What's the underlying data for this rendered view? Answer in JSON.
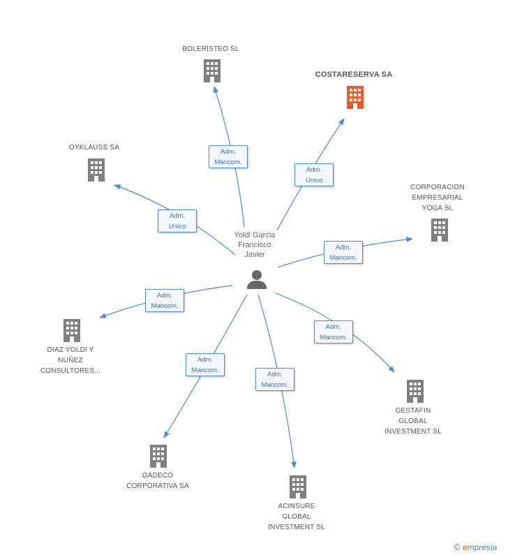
{
  "center": {
    "name": "Yoldi Garcia\nFrancisco\nJavier"
  },
  "companies": [
    {
      "id": "boleristeo",
      "name": "BOLERISTEO SL",
      "highlight": false,
      "role": [
        "Adm.",
        "Mancom."
      ]
    },
    {
      "id": "costareserva",
      "name": "COSTARESERVA SA",
      "highlight": true,
      "role": [
        "Adm.",
        "Unico"
      ]
    },
    {
      "id": "oyklauss",
      "name": "OYKLAUSS SA",
      "highlight": false,
      "role": [
        "Adm.",
        "Unico"
      ]
    },
    {
      "id": "corporacion",
      "name": "CORPORACION\nEMPRESARIAL\nYOGA SL",
      "highlight": false,
      "role": [
        "Adm.",
        "Mancom."
      ]
    },
    {
      "id": "diaz",
      "name": "DIAZ YOLDI Y\nNUÑEZ\nCONSULTORES...",
      "highlight": false,
      "role": [
        "Adm.",
        "Mancom."
      ]
    },
    {
      "id": "gestafin",
      "name": "GESTAFIN\nGLOBAL\nINVESTMENT  SL",
      "highlight": false,
      "role": [
        "Adm.",
        "Mancom."
      ]
    },
    {
      "id": "gadeco",
      "name": "GADECO\nCORPORATIVA SA",
      "highlight": false,
      "role": [
        "Adm.",
        "Mancom."
      ]
    },
    {
      "id": "acinsure",
      "name": "ACINSURE\nGLOBAL\nINVESTMENT  SL",
      "highlight": false,
      "role": [
        "Adm.",
        "Mancom."
      ]
    }
  ],
  "colors": {
    "edge": "#4a8ad8",
    "building": "#808080",
    "highlight": "#f05a28"
  },
  "footer": {
    "copyright": "©",
    "brand_initial": "e",
    "brand_rest": "mpresia"
  }
}
